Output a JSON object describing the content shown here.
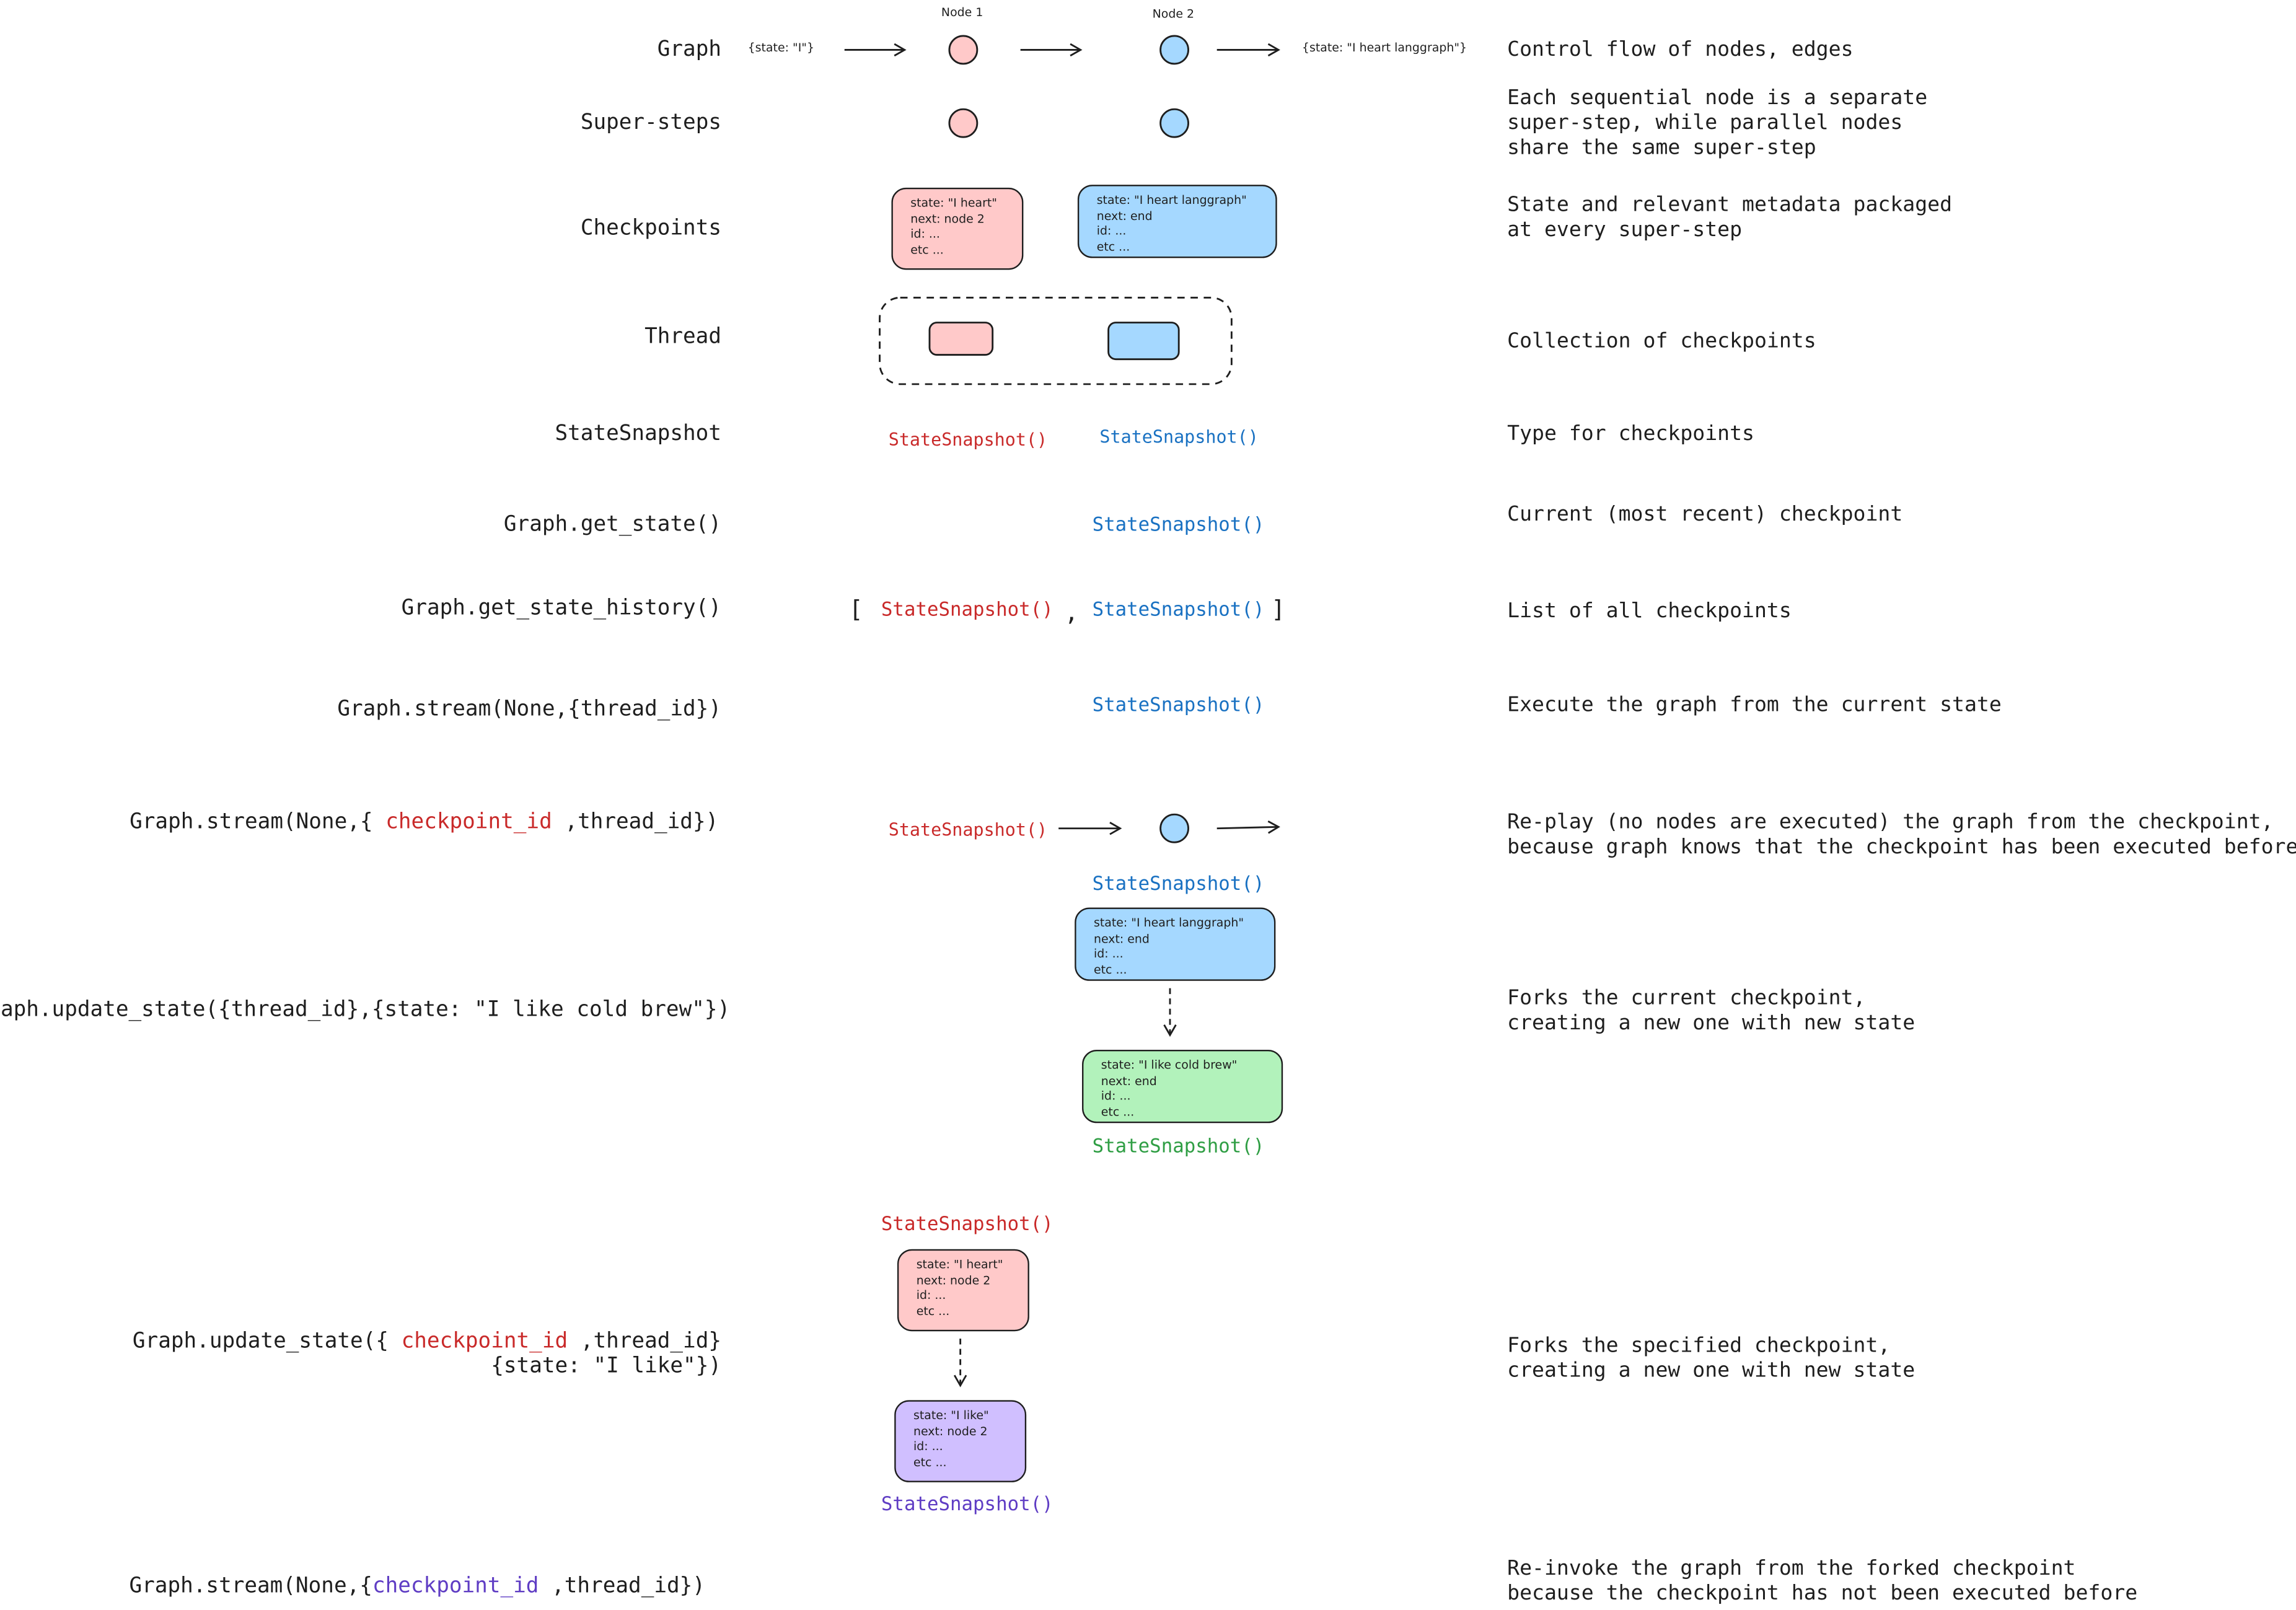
{
  "graph": {
    "node1_label": "Node 1",
    "node2_label": "Node 2",
    "input_state": "{state: \"I\"}",
    "output_state": "{state: \"I heart langgraph\"}"
  },
  "rows": {
    "graph": {
      "label": "Graph",
      "desc": "Control flow of nodes, edges"
    },
    "supersteps": {
      "label": "Super-steps",
      "desc_lines": [
        "Each sequential node is a separate",
        "super-step, while parallel nodes",
        "share the same super-step"
      ]
    },
    "checkpoints": {
      "label": "Checkpoints",
      "desc_lines": [
        "State and relevant metadata packaged",
        "at every super-step"
      ]
    },
    "thread": {
      "label": "Thread",
      "desc": "Collection of checkpoints"
    },
    "statesnapshot": {
      "label": "StateSnapshot",
      "desc": "Type for checkpoints"
    },
    "get_state": {
      "label": "Graph.get_state()",
      "desc": "Current (most recent) checkpoint"
    },
    "get_state_history": {
      "label": "Graph.get_state_history()",
      "desc": "List of all checkpoints"
    },
    "stream_thread": {
      "label": "Graph.stream(None,{thread_id})",
      "desc": "Execute the graph from the current state"
    },
    "stream_checkpoint": {
      "label_prefix": "Graph.stream(None,{ ",
      "label_highlight": "checkpoint_id",
      "label_suffix": " ,thread_id})",
      "desc_lines": [
        "Re-play (no nodes are executed) the graph from the checkpoint,",
        "because graph knows that the checkpoint has been executed before"
      ]
    },
    "update_state": {
      "label": "Graph.update_state({thread_id},{state: \"I like cold brew\"})",
      "desc_lines": [
        "Forks the current checkpoint,",
        "creating a new one with new state"
      ]
    },
    "update_state_checkpoint": {
      "label_prefix": "Graph.update_state({ ",
      "label_highlight": "checkpoint_id",
      "label_suffix": " ,thread_id}",
      "label_line2": "{state: \"I like\"})",
      "desc_lines": [
        "Forks the specified checkpoint,",
        "creating a new one with new state"
      ]
    },
    "stream_forked": {
      "label_prefix": "Graph.stream(None,{",
      "label_highlight": "checkpoint_id",
      "label_suffix": "  ,thread_id})",
      "desc_lines": [
        "Re-invoke the graph from the forked checkpoint",
        "because the checkpoint has not been executed before"
      ]
    }
  },
  "snapshot_text": "StateSnapshot()",
  "list_open": "[",
  "list_sep": ",",
  "list_close": "]",
  "checkpoint_boxes": {
    "pink": [
      "state: \"I heart\"",
      "next: node 2",
      "id: ...",
      "etc ..."
    ],
    "blue": [
      "state: \"I heart langgraph\"",
      "next: end",
      "id: ...",
      "etc ..."
    ],
    "green": [
      "state: \"I like cold brew\"",
      "next: end",
      "id: ...",
      "etc ..."
    ],
    "purple": [
      "state: \"I like\"",
      "next: node 2",
      "id: ...",
      "etc ..."
    ]
  },
  "colors": {
    "node1_fill": "#ffc9c9",
    "node2_fill": "#a5d8ff",
    "green_fill": "#b2f2bb",
    "purple_fill": "#d0bfff",
    "red_text": "#c92a2a",
    "blue_text": "#1971c2",
    "green_text": "#2f9e44",
    "purple_text": "#5f3dc4"
  }
}
